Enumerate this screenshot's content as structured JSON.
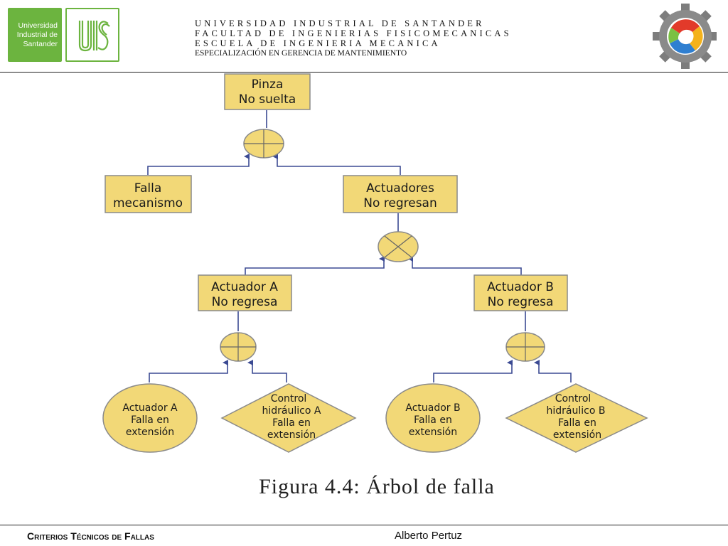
{
  "header": {
    "badge_text": "Universidad\nIndustrial de\nSantander",
    "institution_lines": [
      "UNIVERSIDAD INDUSTRIAL DE SANTANDER",
      "FACULTAD DE  INGENIERIAS FISICOMECANICAS",
      "ESCUELA DE INGENIERIA MECANICA",
      "ESPECIALIZACIÓN EN GERENCIA DE MANTENIMIENTO"
    ]
  },
  "diagram": {
    "nodes": {
      "top": [
        "Pinza",
        "No suelta"
      ],
      "falla_mecanismo": [
        "Falla",
        "mecanismo"
      ],
      "actuadores": [
        "Actuadores",
        "No regresan"
      ],
      "actuador_a": [
        "Actuador A",
        "No regresa"
      ],
      "actuador_b": [
        "Actuador B",
        "No regresa"
      ],
      "act_a_falla": [
        "Actuador A",
        "Falla en",
        "extensión"
      ],
      "ctrl_a": [
        "Control",
        "hidráulico A",
        "Falla en",
        "extensión"
      ],
      "act_b_falla": [
        "Actuador B",
        "Falla en",
        "extensión"
      ],
      "ctrl_b": [
        "Control",
        "hidráulico B",
        "Falla en",
        "extensión"
      ]
    },
    "colors": {
      "fill": "#f2d877",
      "stroke": "#8a8a8a",
      "connector": "#3b4a93"
    }
  },
  "caption": "Figura 4.4: Árbol de falla",
  "footer": {
    "title": "Criterios Técnicos de Fallas",
    "author": "Alberto Pertuz"
  }
}
